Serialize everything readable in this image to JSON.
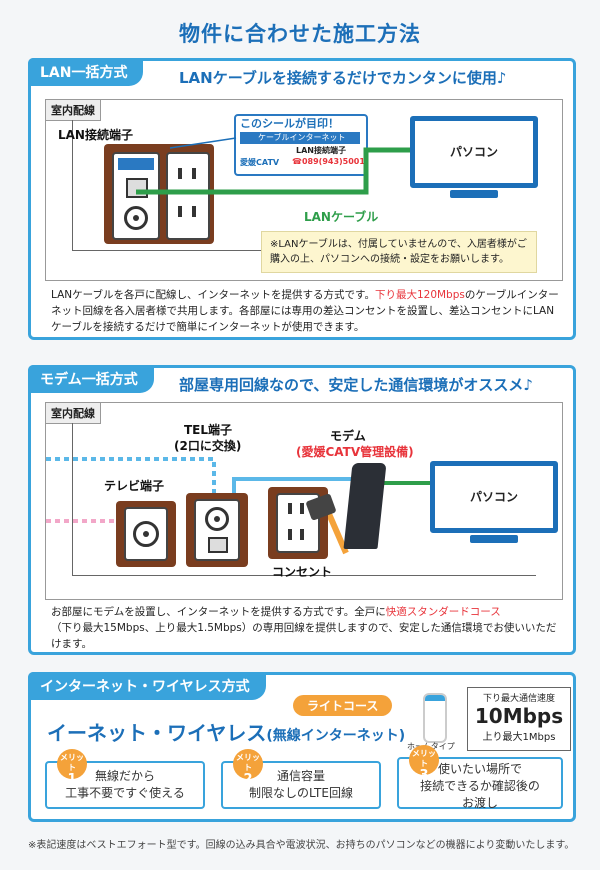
{
  "title": "物件に合わせた施工方法",
  "lan": {
    "tab": "LAN一括方式",
    "headline": "LANケーブルを接続するだけでカンタンに使用♪",
    "indoor": "室内配線",
    "port_label": "LAN接続端子",
    "sticker_title": "このシールが目印！",
    "sticker_brand": "ケーブルインターネット",
    "sticker_line": "LAN接続端子",
    "sticker_company": "愛媛CATV",
    "sticker_phone": "☎089(943)5001",
    "pc": "パソコン",
    "cable": "LANケーブル",
    "note": "※LANケーブルは、付属していませんので、入居者様がご購入の上、パソコンへの接続・設定をお願いします。",
    "desc_a": "LANケーブルを各戸に配線し、インターネットを提供する方式です。",
    "desc_red": "下り最大120Mbps",
    "desc_b": "のケーブルインターネット回線を各入居者様で共用します。各部屋には専用の差込コンセントを設置し、差込コンセントにLANケーブルを接続するだけで簡単にインターネットが使用できます。"
  },
  "modem": {
    "tab": "モデム一括方式",
    "headline": "部屋専用回線なので、安定した通信環境がオススメ♪",
    "indoor": "室内配線",
    "tel_label": "TEL端子",
    "tel_sub": "(2口に交換)",
    "modem_label": "モデム",
    "modem_sub": "(愛媛CATV管理設備)",
    "tv_label": "テレビ端子",
    "outlet_label": "コンセント",
    "pc": "パソコン",
    "desc_a": "お部屋にモデムを設置し、インターネットを提供する方式です。全戸に",
    "desc_red": "快適スタンダードコース",
    "desc_b": "（下り最大15Mbps、上り最大1.5Mbps）の専用回線を提供しますので、安定した通信環境でお使いいただけます。"
  },
  "wireless": {
    "tab": "インターネット・ワイヤレス方式",
    "course": "ライトコース",
    "headline": "イーネット・ワイヤレス",
    "headline_sub": "(無線インターネット)",
    "device_label": "ホームタイプ",
    "speed_title": "下り最大通信速度",
    "speed_value": "10Mbps",
    "speed_up": "上り最大1Mbps",
    "merits": [
      {
        "badge": "メリット",
        "num": "1",
        "text": "無線だから\n工事不要ですぐ使える"
      },
      {
        "badge": "メリット",
        "num": "2",
        "text": "通信容量\n制限なしのLTE回線"
      },
      {
        "badge": "メリット",
        "num": "3",
        "text": "使いたい場所で\n接続できるか確認後の\nお渡し"
      }
    ]
  },
  "footnote": "※表記速度はベストエフォート型です。回線の込み具合や電波状況、お持ちのパソコンなどの機器により変動いたします。",
  "colors": {
    "accent": "#39a3dc",
    "title": "#1c6fb8",
    "red": "#e8343b",
    "lan_cable": "#2e9e4a",
    "orange": "#f4a23a"
  }
}
